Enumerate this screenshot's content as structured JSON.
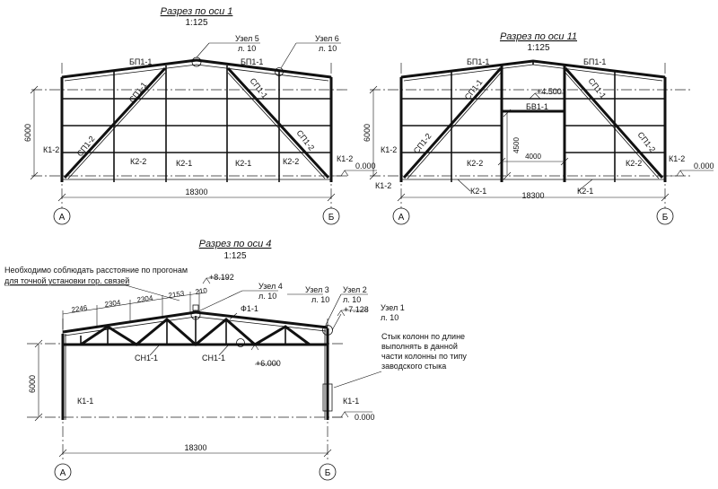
{
  "section1": {
    "title": "Разрез по оси 1",
    "scale": "1:125",
    "height_dim": "6000",
    "width_dim": "18300",
    "axis_left": "А",
    "axis_right": "Б",
    "level_zero": "0.000",
    "node5": {
      "label": "Узел 5",
      "sheet": "л. 10"
    },
    "node6": {
      "label": "Узел 6",
      "sheet": "л. 10"
    },
    "marks": {
      "b1_left": "БП1-1",
      "b1_right": "БП1-1",
      "st1_left_top": "СП1-1",
      "st1_left_bot": "СП1-2",
      "st1_right_top": "СП1-1",
      "st1_right_bot": "СП1-2",
      "k12_left": "К1-2",
      "k12_right": "К1-2",
      "k22_left": "К2-2",
      "k21_a": "К2-1",
      "k21_b": "К2-1",
      "k22_right": "К2-2"
    }
  },
  "section11": {
    "title": "Разрез по оси 11",
    "scale": "1:125",
    "height_dim": "6000",
    "width_dim": "18300",
    "axis_left": "А",
    "axis_right": "Б",
    "level_zero": "0.000",
    "level_door": "+4.500",
    "opening_h": "4500",
    "opening_w": "4000",
    "marks": {
      "b1_left": "БП1-1",
      "b1_right": "БП1-1",
      "st1_left_top": "СП1-1",
      "st1_left_bot": "СП1-2",
      "st1_right_top": "СП1-1",
      "st1_right_bot": "СП1-2",
      "bv": "БВ1-1",
      "k12_left": "К1-2",
      "k12_right": "К1-2",
      "k12_bottom": "К1-2",
      "k22_left": "К2-2",
      "k22_right": "К2-2",
      "k21_left": "К2-1",
      "k21_right": "К2-1"
    }
  },
  "section4": {
    "title": "Разрез по оси 4",
    "scale": "1:125",
    "note_line1": "Необходимо соблюдать расстояние по прогонам",
    "note_line2": "для точной установки гор. связей",
    "purlin_dims": [
      "2246",
      "2304",
      "2304",
      "2153",
      "210"
    ],
    "level_ridge": "+8.192",
    "level_eave": "+7.128",
    "level_truss": "+6.000",
    "level_zero": "0.000",
    "height_dim": "6000",
    "width_dim": "18300",
    "axis_left": "А",
    "axis_right": "Б",
    "node4": {
      "label": "Узел 4",
      "sheet": "л. 10"
    },
    "node3": {
      "label": "Узел 3",
      "sheet": "л. 10"
    },
    "node2": {
      "label": "Узел 2",
      "sheet": "л. 10"
    },
    "node1": {
      "label": "Узел 1",
      "sheet": "л. 10"
    },
    "splice_note": [
      "Стык колонн по длине",
      "выполнять  в данной",
      "части колонны по типу",
      "заводского стыка"
    ],
    "marks": {
      "f1": "Ф1-1",
      "sn_left": "СН1-1",
      "sn_mid": "СН1-1",
      "k11_left": "К1-1",
      "k11_right": "К1-1"
    }
  }
}
